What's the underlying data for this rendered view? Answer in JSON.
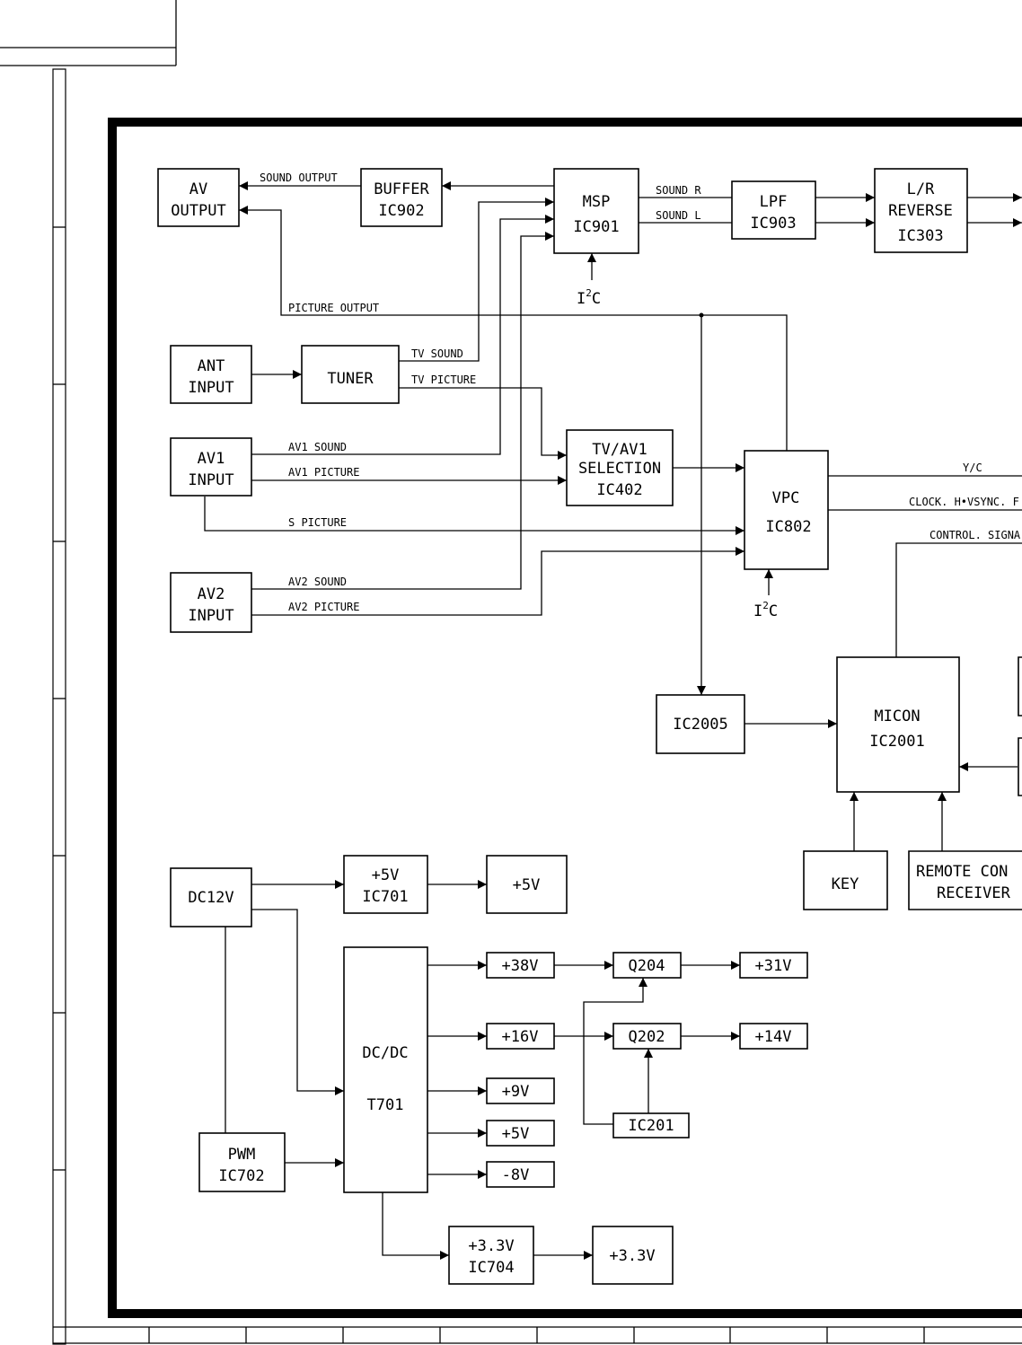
{
  "blocks": {
    "av_output": [
      "AV",
      "OUTPUT"
    ],
    "buffer": [
      "BUFFER",
      "IC902"
    ],
    "msp": [
      "MSP",
      "IC901"
    ],
    "lpf": [
      "LPF",
      "IC903"
    ],
    "lr_reverse": [
      "L/R",
      "REVERSE",
      "IC303"
    ],
    "ant_input": [
      "ANT",
      "INPUT"
    ],
    "tuner": "TUNER",
    "av1_input": [
      "AV1",
      "INPUT"
    ],
    "tv_av1_selection": [
      "TV/AV1",
      "SELECTION",
      "IC402"
    ],
    "vpc": [
      "VPC",
      "IC802"
    ],
    "av2_input": [
      "AV2",
      "INPUT"
    ],
    "ic2005": "IC2005",
    "micon": [
      "MICON",
      "IC2001"
    ],
    "key": "KEY",
    "remote": [
      "REMOTE CON",
      "RECEIVER"
    ],
    "dc12v": "DC12V",
    "ic701": [
      "+5V",
      "IC701"
    ],
    "out_5v_a": "+5V",
    "dcdc": [
      "DC/DC",
      "T701"
    ],
    "pwm": [
      "PWM",
      "IC702"
    ],
    "v38": "+38V",
    "v16": "+16V",
    "v9": "+9V",
    "v5": "+5V",
    "vm8": "-8V",
    "q204": "Q204",
    "q202": "Q202",
    "v31": "+31V",
    "v14": "+14V",
    "ic201": "IC201",
    "ic704": [
      "+3.3V",
      "IC704"
    ],
    "v33": "+3.3V"
  },
  "signals": {
    "sound_output": "SOUND OUTPUT",
    "sound_r": "SOUND R",
    "sound_l": "SOUND L",
    "i2c_main": "I",
    "i2c_sup": "2",
    "i2c_tail": "C",
    "picture_output": "PICTURE OUTPUT",
    "tv_sound": "TV SOUND",
    "tv_picture": "TV PICTURE",
    "av1_sound": "AV1 SOUND",
    "av1_picture": "AV1 PICTURE",
    "s_picture": "S PICTURE",
    "av2_sound": "AV2 SOUND",
    "av2_picture": "AV2 PICTURE",
    "yc": "Y/C",
    "clock": "CLOCK. H•VSYNC. F",
    "control": "CONTROL. SIGNA"
  }
}
